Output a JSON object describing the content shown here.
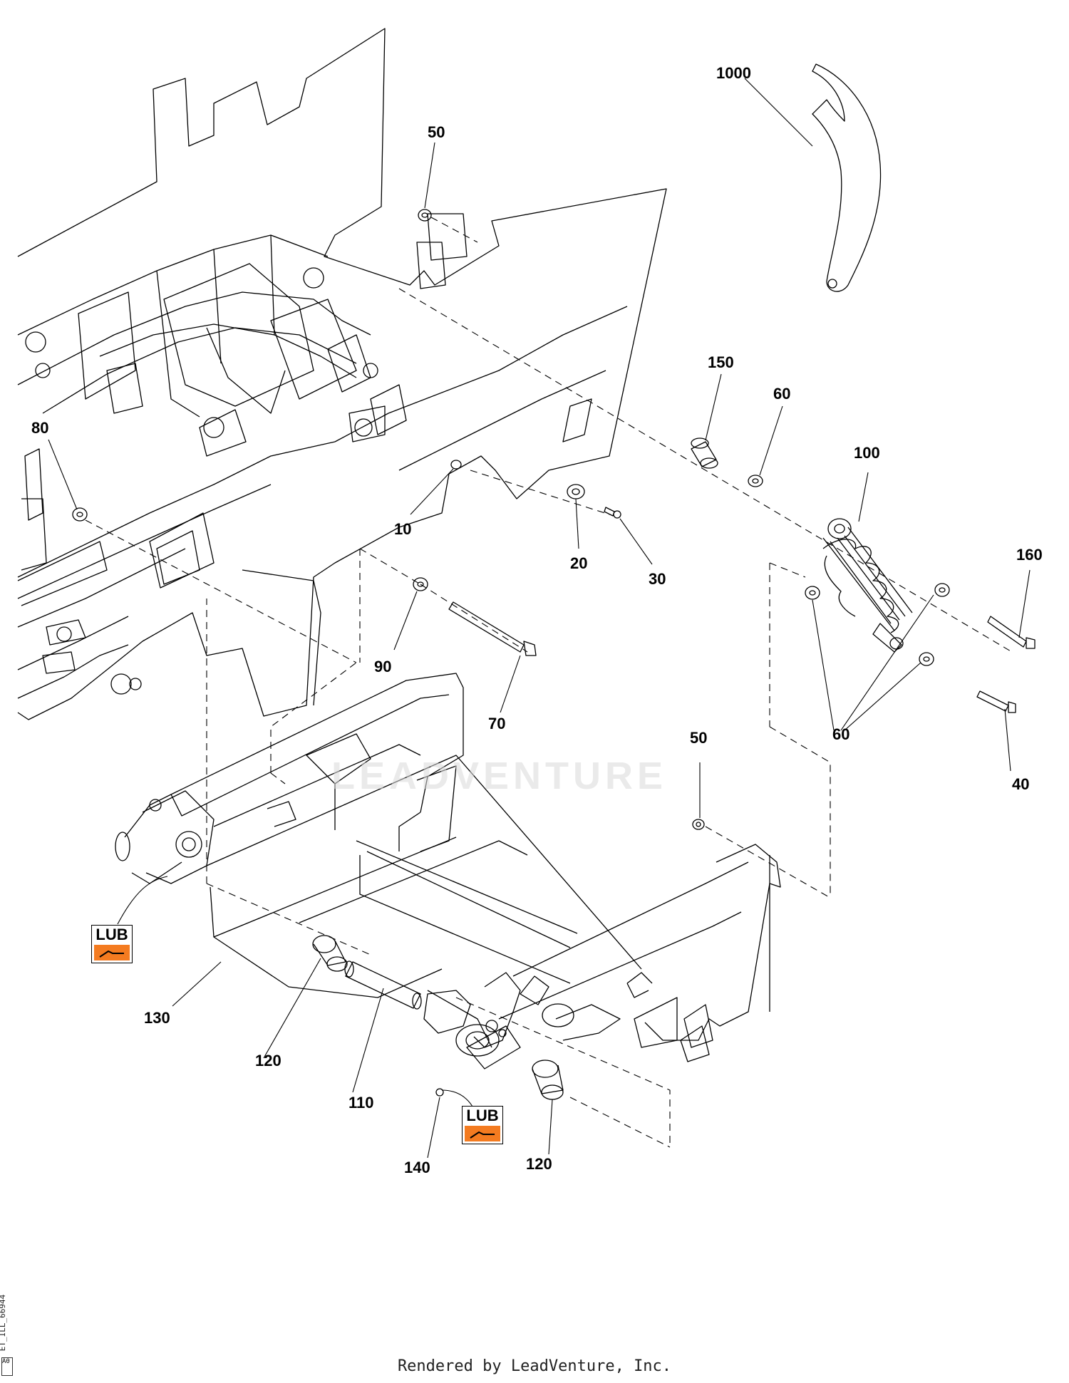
{
  "diagram": {
    "callouts": [
      {
        "id": "c1000",
        "text": "1000"
      },
      {
        "id": "c50a",
        "text": "50"
      },
      {
        "id": "c150",
        "text": "150"
      },
      {
        "id": "c60a",
        "text": "60"
      },
      {
        "id": "c100",
        "text": "100"
      },
      {
        "id": "c80",
        "text": "80"
      },
      {
        "id": "c10",
        "text": "10"
      },
      {
        "id": "c20",
        "text": "20"
      },
      {
        "id": "c30",
        "text": "30"
      },
      {
        "id": "c160",
        "text": "160"
      },
      {
        "id": "c90",
        "text": "90"
      },
      {
        "id": "c70",
        "text": "70"
      },
      {
        "id": "c60b",
        "text": "60"
      },
      {
        "id": "c50b",
        "text": "50"
      },
      {
        "id": "c40",
        "text": "40"
      },
      {
        "id": "c130",
        "text": "130"
      },
      {
        "id": "c120a",
        "text": "120"
      },
      {
        "id": "c110",
        "text": "110"
      },
      {
        "id": "c140",
        "text": "140"
      },
      {
        "id": "c120b",
        "text": "120"
      }
    ],
    "lub_label": "LUB",
    "watermark": "LEADVENTURE",
    "footer": "Rendered by LeadVenture, Inc.",
    "side_code": "ET_ILL_66944",
    "side_box": "A0",
    "colors": {
      "lub_stripe": "#f47b20",
      "line": "#000000",
      "watermark": "#d9d9d9"
    }
  }
}
